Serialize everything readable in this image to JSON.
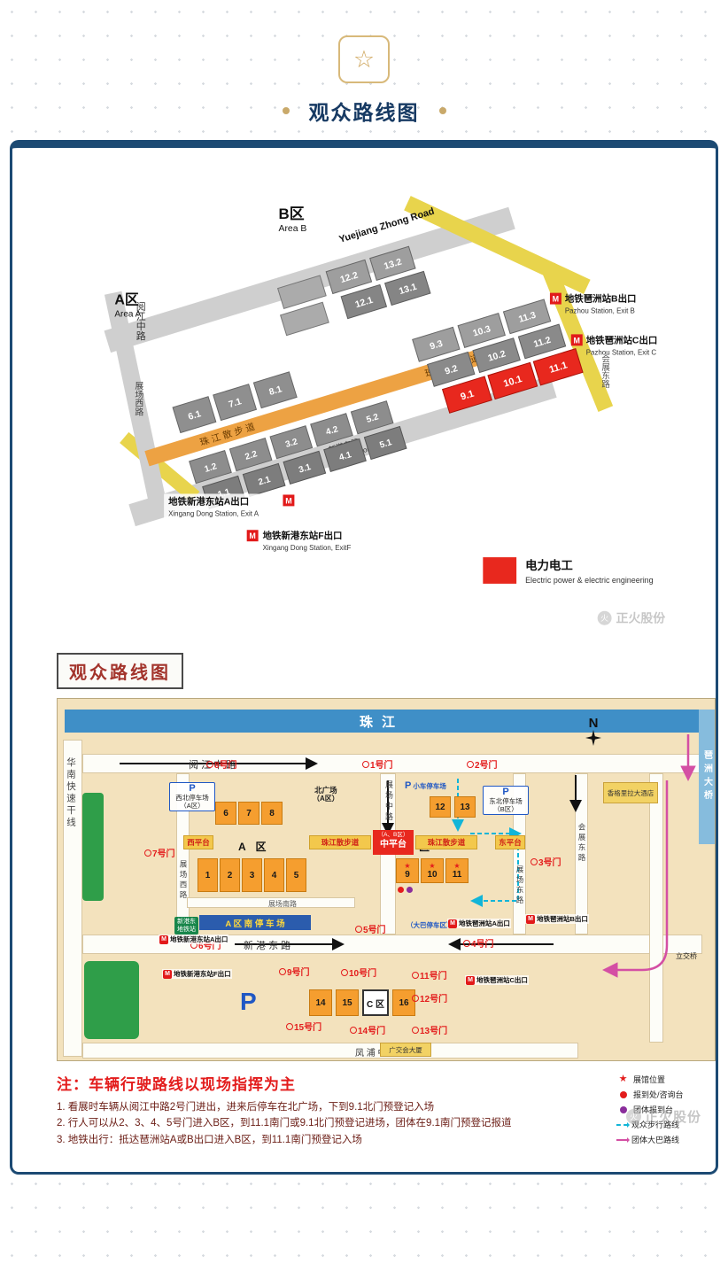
{
  "header": {
    "star_icon": "☆",
    "title": "观众路线图"
  },
  "watermark": {
    "text": "正火股份",
    "icon": "火"
  },
  "map3d": {
    "area_b_cn": "B区",
    "area_b_en": "Area B",
    "area_a_cn": "A区",
    "area_a_en": "Area A",
    "roads": {
      "yuejiang_en": "Yuejiang Zhong Road",
      "yuejiang_cn": "阅江中路",
      "promenade": "珠江散步道",
      "xingang_cn": "新港东路",
      "xingang_en": "Xingang Dong Road",
      "zhanchang_xi": "展场西路",
      "huizhan_dong": "会展东路"
    },
    "halls": {
      "north": [
        "12.2",
        "13.2",
        "12.1",
        "13.1"
      ],
      "east_row3": [
        "9.3",
        "10.3",
        "11.3"
      ],
      "east_row2": [
        "9.2",
        "10.2",
        "11.2"
      ],
      "east_row1": [
        "9.1",
        "10.1",
        "11.1"
      ],
      "a_back": [
        "6.1",
        "7.1",
        "8.1"
      ],
      "a_mid": [
        "1.2",
        "2.2",
        "3.2",
        "4.2",
        "5.2"
      ],
      "a_front": [
        "1.1",
        "2.1",
        "3.1",
        "4.1",
        "5.1"
      ]
    },
    "metro_m": "M",
    "metro": {
      "pazhou_b_cn": "地铁琶洲站B出口",
      "pazhou_b_en": "Pazhou Station, Exit B",
      "pazhou_c_cn": "地铁琶洲站C出口",
      "pazhou_c_en": "Pazhou Station, Exit C",
      "xingang_a_cn": "地铁新港东站A出口",
      "xingang_a_en": "Xingang Dong Station, Exit A",
      "xingang_f_cn": "地铁新港东站F出口",
      "xingang_f_en": "Xingang Dong Station, ExitF"
    },
    "legend_cn": "电力电工",
    "legend_en": "Electric power & electric engineering"
  },
  "section_title": "观众路线图",
  "map2d": {
    "river": "珠江",
    "compass_n": "N",
    "bridge": "琶洲大桥",
    "expressway": "华南快速干线",
    "star_icon": "★",
    "metro_m": "M",
    "roads": {
      "yuejiang": "阅 江 中 路",
      "xingang": "新 港 东 路",
      "fengpu": "凤 浦 中 路",
      "zc_zhong": "展场中路",
      "zc_xi": "展场西路",
      "zc_dong": "展场东路",
      "zc_nan": "展场南路",
      "hz_dong": "会展东路"
    },
    "areas": {
      "a_label": "A 区",
      "b_label": "B 区",
      "c_label": "C 区",
      "a_back": [
        "6",
        "7",
        "8"
      ],
      "a_front": [
        "1",
        "2",
        "3",
        "4",
        "5"
      ],
      "b_top": [
        "12",
        "13"
      ],
      "b_main": [
        "9",
        "10",
        "11"
      ],
      "c_halls": [
        "14",
        "15",
        "16"
      ]
    },
    "platforms": {
      "zhong_sub": "（A、B区）",
      "zhong": "中平台",
      "xi": "西平台",
      "dong": "东平台",
      "promenade": "珠江散步道"
    },
    "parking": {
      "p": "P",
      "nw1": "西北停车场",
      "nw2": "（A区）",
      "ne1": "东北停车场",
      "ne2": "（B区）",
      "small_car": "小车停车场",
      "south": "A 区 南 停 车 场",
      "bus_zone": "（大巴停车区）"
    },
    "places": {
      "north_sq1": "北广场",
      "north_sq2": "（A区）",
      "hotel": "香格里拉大酒店",
      "interchange": "立交桥",
      "tower": "广交会大厦",
      "xg_st1": "新港东",
      "xg_st2": "地铁站"
    },
    "gates": {
      "g1": "1号门",
      "g2": "2号门",
      "g3": "3号门",
      "g4": "4号门",
      "g5": "5号门",
      "g6": "6号门",
      "g7": "7号门",
      "g8": "8号门",
      "g9": "9号门",
      "g10": "10号门",
      "g11": "11号门",
      "g12": "12号门",
      "g13": "13号门",
      "g14": "14号门",
      "g15": "15号门"
    },
    "metro": {
      "xg_a": "地铁新港东站A出口",
      "xg_f": "地铁新港东站F出口",
      "pz_a": "地铁琶洲站A出口",
      "pz_b": "地铁琶洲站B出口",
      "pz_c": "地铁琶洲站C出口"
    },
    "legend": {
      "venue": "展馆位置",
      "checkin": "报到处/咨询台",
      "group": "团体报到台",
      "walk": "观众步行路线",
      "bus": "团体大巴路线"
    }
  },
  "notes": {
    "title": "注：车辆行驶路线以现场指挥为主",
    "line1": "1. 看展时车辆从阅江中路2号门进出，进来后停车在北广场，下到9.1北门预登记入场",
    "line2": "2. 行人可以从2、3、4、5号门进入B区，到11.1南门或9.1北门预登记进场，团体在9.1南门预登记报道",
    "line3": "3. 地铁出行：抵达琶洲站A或B出口进入B区，到11.1南门预登记入场"
  }
}
